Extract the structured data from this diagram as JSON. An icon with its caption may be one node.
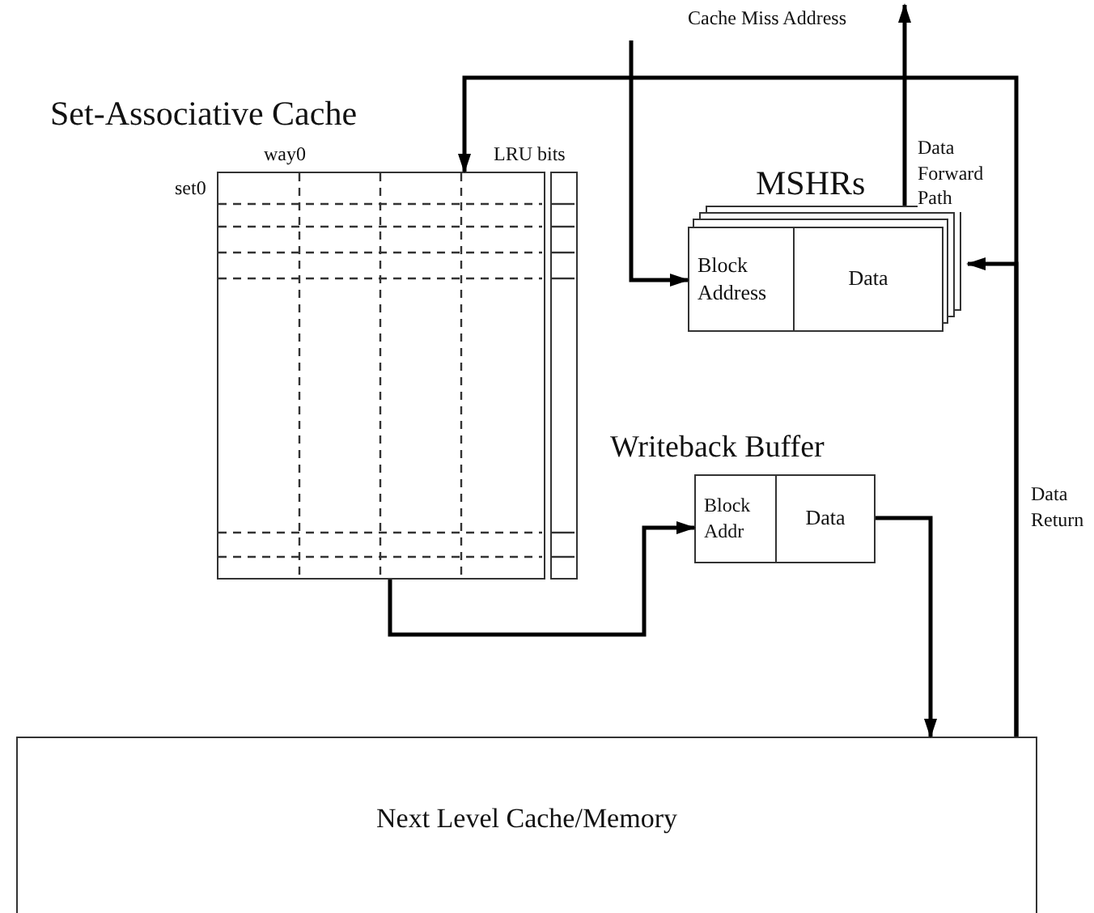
{
  "diagram": {
    "nodes": [
      {
        "text": [
          "Set-Associative Cache"
        ],
        "beside": [
          "way0",
          "set0"
        ]
      },
      {
        "text": [
          "LRU bits"
        ]
      },
      {
        "text": [
          "MSHRs"
        ]
      },
      {
        "text": [
          "Block Address"
        ],
        "in": 2
      },
      {
        "text": [
          "Data"
        ],
        "in": 2
      },
      {
        "text": [
          "Writeback Buffer"
        ]
      },
      {
        "text": [
          "Block Addr"
        ],
        "in": 5
      },
      {
        "text": [
          "Data"
        ],
        "in": 5
      },
      {
        "text": [
          "Next Level Cache/Memory"
        ]
      }
    ],
    "edges": [
      {
        "from": null,
        "to": 3,
        "arrow": "to",
        "label": "Cache Miss Address"
      },
      {
        "from": 8,
        "to": 0,
        "arrow": "to"
      },
      {
        "from": 8,
        "to": 2,
        "arrow": "to",
        "label": "Data Return"
      },
      {
        "from": 2,
        "to": null,
        "arrow": "to",
        "label": "Data Forward Path"
      },
      {
        "from": 0,
        "to": 6,
        "arrow": "to"
      },
      {
        "from": 7,
        "to": 8,
        "arrow": "to"
      }
    ]
  }
}
